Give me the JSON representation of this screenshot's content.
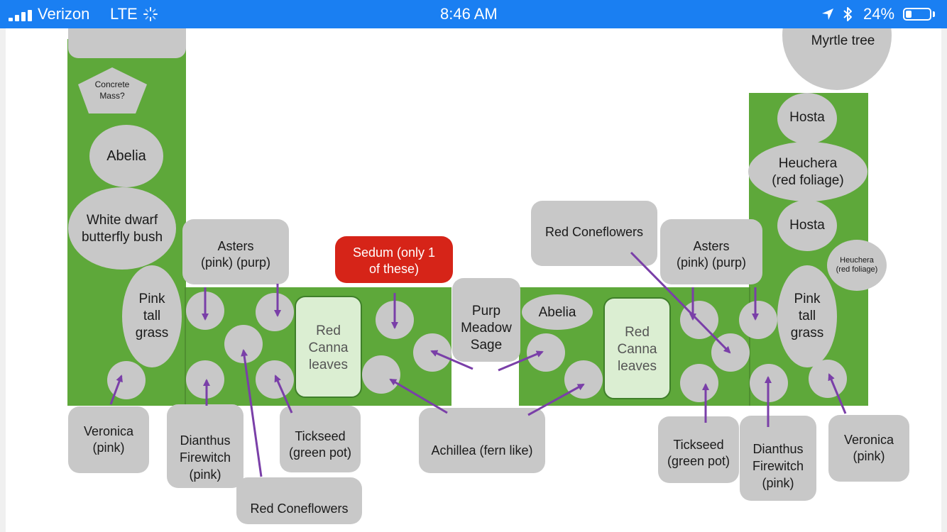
{
  "status_bar": {
    "carrier": "Verizon",
    "network": "LTE",
    "time": "8:46 AM",
    "battery": "24%",
    "battery_level": 0.24
  },
  "colors": {
    "status_bar": "#1a7ff2",
    "grass": "#5ea83a",
    "node": "#c8c8c8",
    "arrow": "#7a3fa8",
    "sedum": "#d62418",
    "canna": "#dbeed2"
  },
  "labels": {
    "myrtle": "Myrtle tree",
    "concrete": "Concrete\nMass?",
    "abelia_left": "Abelia",
    "white_dwarf": "White dwarf\nbutterfly bush",
    "pink_grass_left": "Pink\ntall\ngrass",
    "asters_left": "Asters\n(pink)  (purp)",
    "sedum": "Sedum (only 1\nof these)",
    "canna_left": "Red\nCanna\nleaves",
    "purp_meadow_sage": "Purp\nMeadow\nSage",
    "abelia_right": "Abelia",
    "canna_right": "Red\nCanna\nleaves",
    "red_coneflowers_top": "Red Coneflowers",
    "asters_right": "Asters\n(pink)   (purp)",
    "hosta_top": "Hosta",
    "heuchera_big": "Heuchera\n(red foliage)",
    "hosta_mid": "Hosta",
    "heuchera_small": "Heuchera\n(red foliage)",
    "pink_grass_right": "Pink\ntall\ngrass",
    "veronica_left": "Veronica\n(pink)",
    "dianthus_left": "Dianthus\nFirewitch\n(pink)",
    "tickseed_left": "Tickseed\n(green pot)",
    "red_coneflowers_bottom": "Red Coneflowers",
    "achillea": "Achillea (fern like)",
    "tickseed_right": "Tickseed\n(green pot)",
    "dianthus_right": "Dianthus\nFirewitch\n(pink)",
    "veronica_right": "Veronica\n(pink)"
  }
}
